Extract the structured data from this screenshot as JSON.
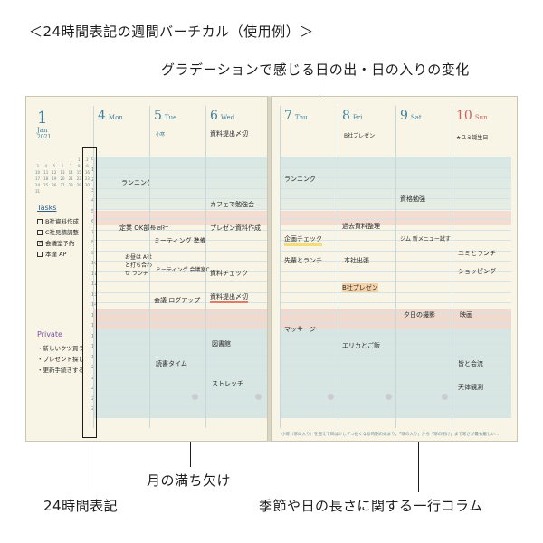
{
  "captions": {
    "title": "＜24時間表記の週間バーチカル（使用例）＞",
    "gradation": "グラデーションで感じる日の出・日の入りの変化",
    "moon": "月の満ち欠け",
    "hours24": "24時間表記",
    "column": "季節や日の長さに関する一行コラム"
  },
  "month": {
    "num": "1",
    "name": "Jan",
    "year": "2021"
  },
  "days_left": [
    {
      "num": "4",
      "dow": "Mon"
    },
    {
      "num": "5",
      "dow": "Tue"
    },
    {
      "num": "6",
      "dow": "Wed"
    }
  ],
  "days_right": [
    {
      "num": "7",
      "dow": "Thu"
    },
    {
      "num": "8",
      "dow": "Fri"
    },
    {
      "num": "9",
      "dow": "Sat"
    },
    {
      "num": "10",
      "dow": "Sun"
    }
  ],
  "tasks_title": "Tasks",
  "tasks": [
    {
      "label": "B社資料作成",
      "checked": false
    },
    {
      "label": "C社見積調整",
      "checked": false
    },
    {
      "label": "会議室予約",
      "checked": true
    },
    {
      "label": "本達 AP",
      "checked": false
    }
  ],
  "private_title": "Private",
  "private_items": [
    "・新しいクツ買う",
    "・プレゼント探し",
    "・更新手続きする"
  ],
  "hours": [
    "0",
    "1",
    "2",
    "3",
    "4",
    "5",
    "6",
    "7",
    "8",
    "9",
    "10",
    "11",
    "12",
    "13",
    "14",
    "15",
    "16",
    "17",
    "18",
    "19",
    "20",
    "21",
    "22",
    "23",
    "24"
  ],
  "notes_left": {
    "mon": [
      "ランニング",
      "定業 OK部長同行",
      "お昼は A社と打ち合わせ ランチ"
    ],
    "tue": [
      "小寒",
      "ミーティング 準備",
      "ミーティング 会議室C",
      "会議 ログアップ",
      "読書タイム"
    ],
    "wed": [
      "資料提出〆切",
      "カフェで勉強会",
      "プレゼン資料作成",
      "資料チェック",
      "資料提出〆切",
      "図書館",
      "ストレッチ"
    ]
  },
  "notes_right": {
    "thu": [
      "ランニング",
      "企画チェック",
      "先輩とランチ",
      "マッサージ"
    ],
    "fri": [
      "B社プレゼン",
      "過去資料整理",
      "本社出張",
      "B社プレゼン",
      "エリカとご飯"
    ],
    "sat": [
      "資格勉強",
      "ジム 新メニュー試す！",
      "夕日の撮影"
    ],
    "sun": [
      "★ユミ誕生日",
      "ユミとランチ",
      "ショッピング",
      "映画",
      "皆と会流",
      "天体観測"
    ]
  },
  "bottom_column": "小寒（寒の入り）を迎えて日は少しずつ長くなる時期の始まり。「寒の入り」から「寒の明け」まで寒さが最も厳しい…"
}
